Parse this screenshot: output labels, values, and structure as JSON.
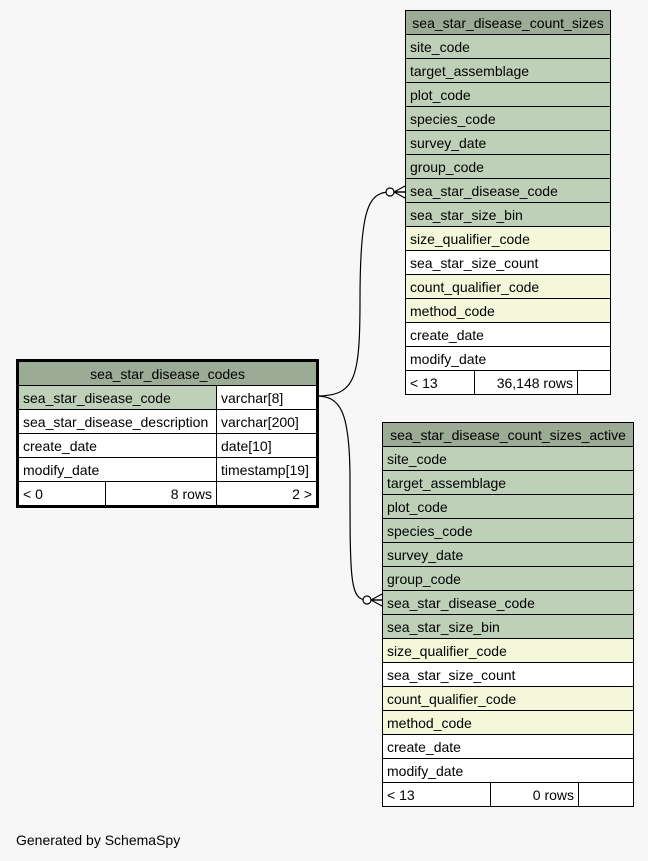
{
  "main_table": {
    "name": "sea_star_disease_codes",
    "columns": [
      {
        "name": "sea_star_disease_code",
        "type": "varchar[8]",
        "kind": "key"
      },
      {
        "name": "sea_star_disease_description",
        "type": "varchar[200]",
        "kind": "plain"
      },
      {
        "name": "create_date",
        "type": "date[10]",
        "kind": "plain"
      },
      {
        "name": "modify_date",
        "type": "timestamp[19]",
        "kind": "plain"
      }
    ],
    "footer": {
      "parents": "< 0",
      "rows": "8 rows",
      "children": "2 >"
    }
  },
  "child_tables": [
    {
      "name": "sea_star_disease_count_sizes",
      "columns": [
        {
          "name": "site_code",
          "kind": "key"
        },
        {
          "name": "target_assemblage",
          "kind": "key"
        },
        {
          "name": "plot_code",
          "kind": "key"
        },
        {
          "name": "species_code",
          "kind": "key"
        },
        {
          "name": "survey_date",
          "kind": "key"
        },
        {
          "name": "group_code",
          "kind": "key"
        },
        {
          "name": "sea_star_disease_code",
          "kind": "key"
        },
        {
          "name": "sea_star_size_bin",
          "kind": "key"
        },
        {
          "name": "size_qualifier_code",
          "kind": "idx"
        },
        {
          "name": "sea_star_size_count",
          "kind": "plain"
        },
        {
          "name": "count_qualifier_code",
          "kind": "idx"
        },
        {
          "name": "method_code",
          "kind": "idx"
        },
        {
          "name": "create_date",
          "kind": "plain"
        },
        {
          "name": "modify_date",
          "kind": "plain"
        }
      ],
      "footer": {
        "parents": "< 13",
        "rows": "36,148 rows",
        "children": ""
      }
    },
    {
      "name": "sea_star_disease_count_sizes_active",
      "columns": [
        {
          "name": "site_code",
          "kind": "key"
        },
        {
          "name": "target_assemblage",
          "kind": "key"
        },
        {
          "name": "plot_code",
          "kind": "key"
        },
        {
          "name": "species_code",
          "kind": "key"
        },
        {
          "name": "survey_date",
          "kind": "key"
        },
        {
          "name": "group_code",
          "kind": "key"
        },
        {
          "name": "sea_star_disease_code",
          "kind": "key"
        },
        {
          "name": "sea_star_size_bin",
          "kind": "key"
        },
        {
          "name": "size_qualifier_code",
          "kind": "idx"
        },
        {
          "name": "sea_star_size_count",
          "kind": "plain"
        },
        {
          "name": "count_qualifier_code",
          "kind": "idx"
        },
        {
          "name": "method_code",
          "kind": "idx"
        },
        {
          "name": "create_date",
          "kind": "plain"
        },
        {
          "name": "modify_date",
          "kind": "plain"
        }
      ],
      "footer": {
        "parents": "< 13",
        "rows": "0 rows",
        "children": ""
      }
    }
  ],
  "footer_text": "Generated by SchemaSpy",
  "colors": {
    "header": "#9bab96",
    "key_column": "#bed1b8",
    "indexed_column": "#f4f7da",
    "background": "#f7f7f7"
  }
}
